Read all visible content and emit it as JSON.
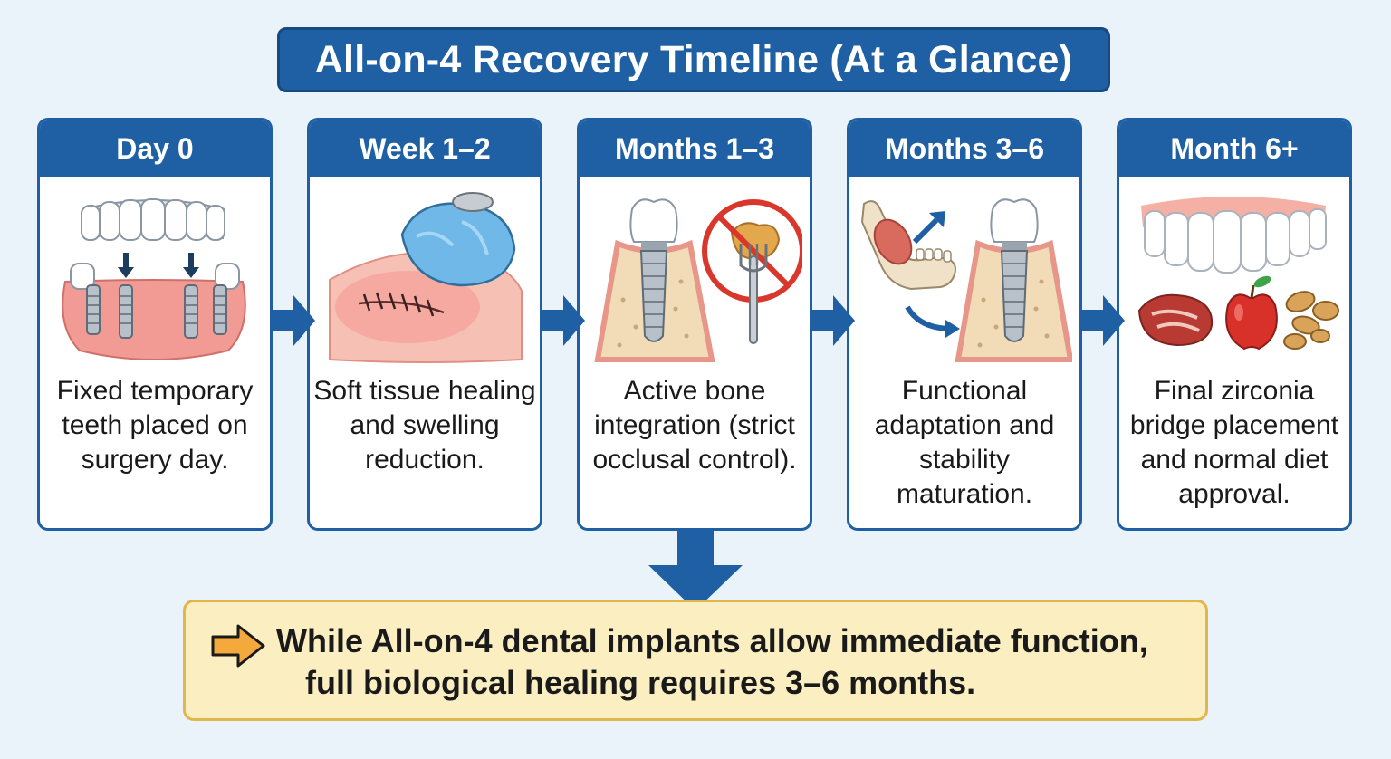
{
  "title": "All-on-4 Recovery Timeline (At a Glance)",
  "stages": [
    {
      "label": "Day 0",
      "description": "Fixed temporary teeth placed on surgery day."
    },
    {
      "label": "Week 1–2",
      "description": "Soft tissue healing and swelling reduction."
    },
    {
      "label": "Months 1–3",
      "description": "Active bone integration (strict occlusal control)."
    },
    {
      "label": "Months 3–6",
      "description": "Functional adaptation and stability maturation."
    },
    {
      "label": "Month 6+",
      "description": "Final zirconia bridge placement and normal diet approval."
    }
  ],
  "summary": {
    "line1": "While All-on-4 dental implants allow immediate function,",
    "line2": "full biological healing requires 3–6 months."
  },
  "colors": {
    "primary_blue": "#1f5fa3",
    "callout_bg": "#fbefc2",
    "callout_border": "#e2b64a",
    "callout_arrow": "#f3a93c"
  },
  "icons": [
    "implant-denture-icon",
    "ice-pack-icon",
    "implant-bone-icon",
    "no-hard-food-icon",
    "jaw-muscle-icon",
    "zirconia-bridge-icon",
    "steak-icon",
    "apple-icon",
    "nuts-icon",
    "right-arrow-icon",
    "down-arrow-icon"
  ]
}
